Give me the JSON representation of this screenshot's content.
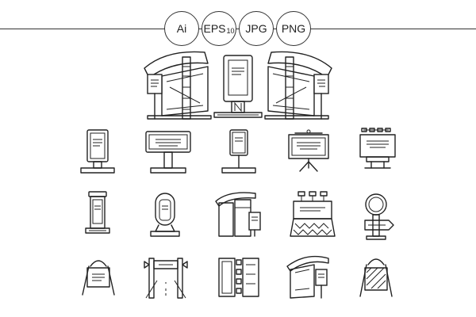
{
  "formats": [
    {
      "label": "Ai"
    },
    {
      "label": "EPS",
      "sub": "10"
    },
    {
      "label": "JPG"
    },
    {
      "label": "PNG"
    }
  ],
  "icons": {
    "hero": [
      "bus-stop-shelter-left",
      "standing-billboard",
      "bus-stop-shelter-right"
    ],
    "row1": [
      "lightbox-stand",
      "wide-billboard-stand",
      "pylon-sign",
      "presentation-easel",
      "roof-billboard"
    ],
    "row2": [
      "column-lightbox",
      "oval-lightbox",
      "bus-shelter-with-sign",
      "lit-billboard",
      "round-direction-sign"
    ],
    "row3": [
      "a-frame-sign",
      "street-banner-gate",
      "building-banners",
      "shelter-booth",
      "sandwich-board"
    ]
  },
  "colors": {
    "stroke": "#222222",
    "background": "#ffffff"
  }
}
